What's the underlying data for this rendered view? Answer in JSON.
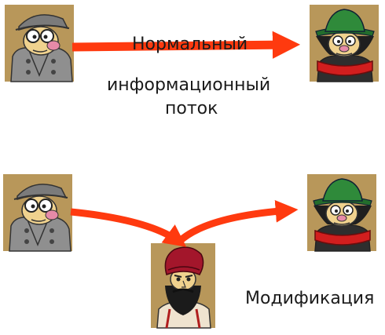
{
  "texts": {
    "normal_line1": "Нормальный",
    "normal_line2": "информационный",
    "normal_line3": "поток",
    "modification": "Модификация"
  },
  "colors": {
    "arrow": "#ff3a0f",
    "portrait_bg": "#b8975a",
    "coat_gray": "#8f8f8f",
    "hat_green": "#2f8a3a",
    "scarf_red": "#d21e1e",
    "turban_red": "#a3162b"
  },
  "characters": {
    "sender": "spy-gray-coat-icon",
    "receiver": "green-hat-red-scarf-icon",
    "interceptor": "turban-bearded-man-icon"
  }
}
